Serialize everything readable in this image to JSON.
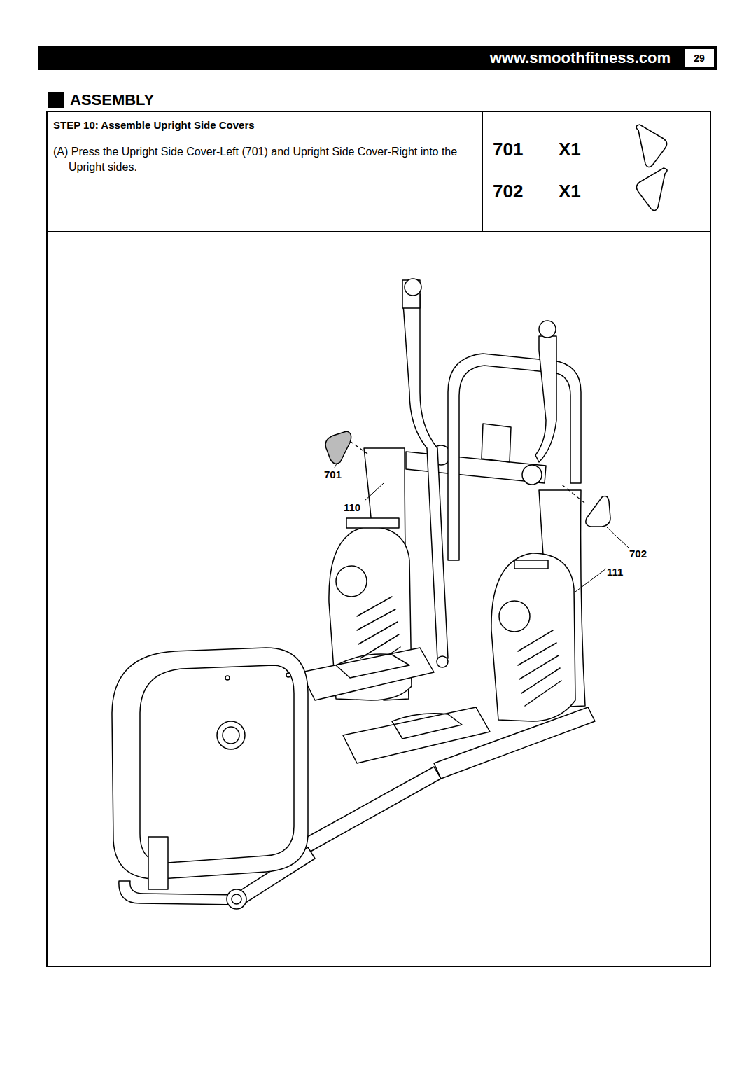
{
  "diagram": {
    "title": "ASSEMBLY",
    "nodes": [
      {
        "text": [
          "www.smoothfitness.com"
        ]
      },
      {
        "text": [
          "29"
        ],
        "in": 0
      },
      {
        "text": [
          "STEP 10: Assemble Upright Side Covers",
          "(A) Press the Upright Side Cover-Left (701) and Upright Side Cover-Right into the Upright sides."
        ]
      },
      {
        "text": [
          "701",
          "X1",
          "702",
          "X1"
        ]
      }
    ],
    "labels": [
      "701",
      "110",
      "702",
      "111"
    ]
  }
}
